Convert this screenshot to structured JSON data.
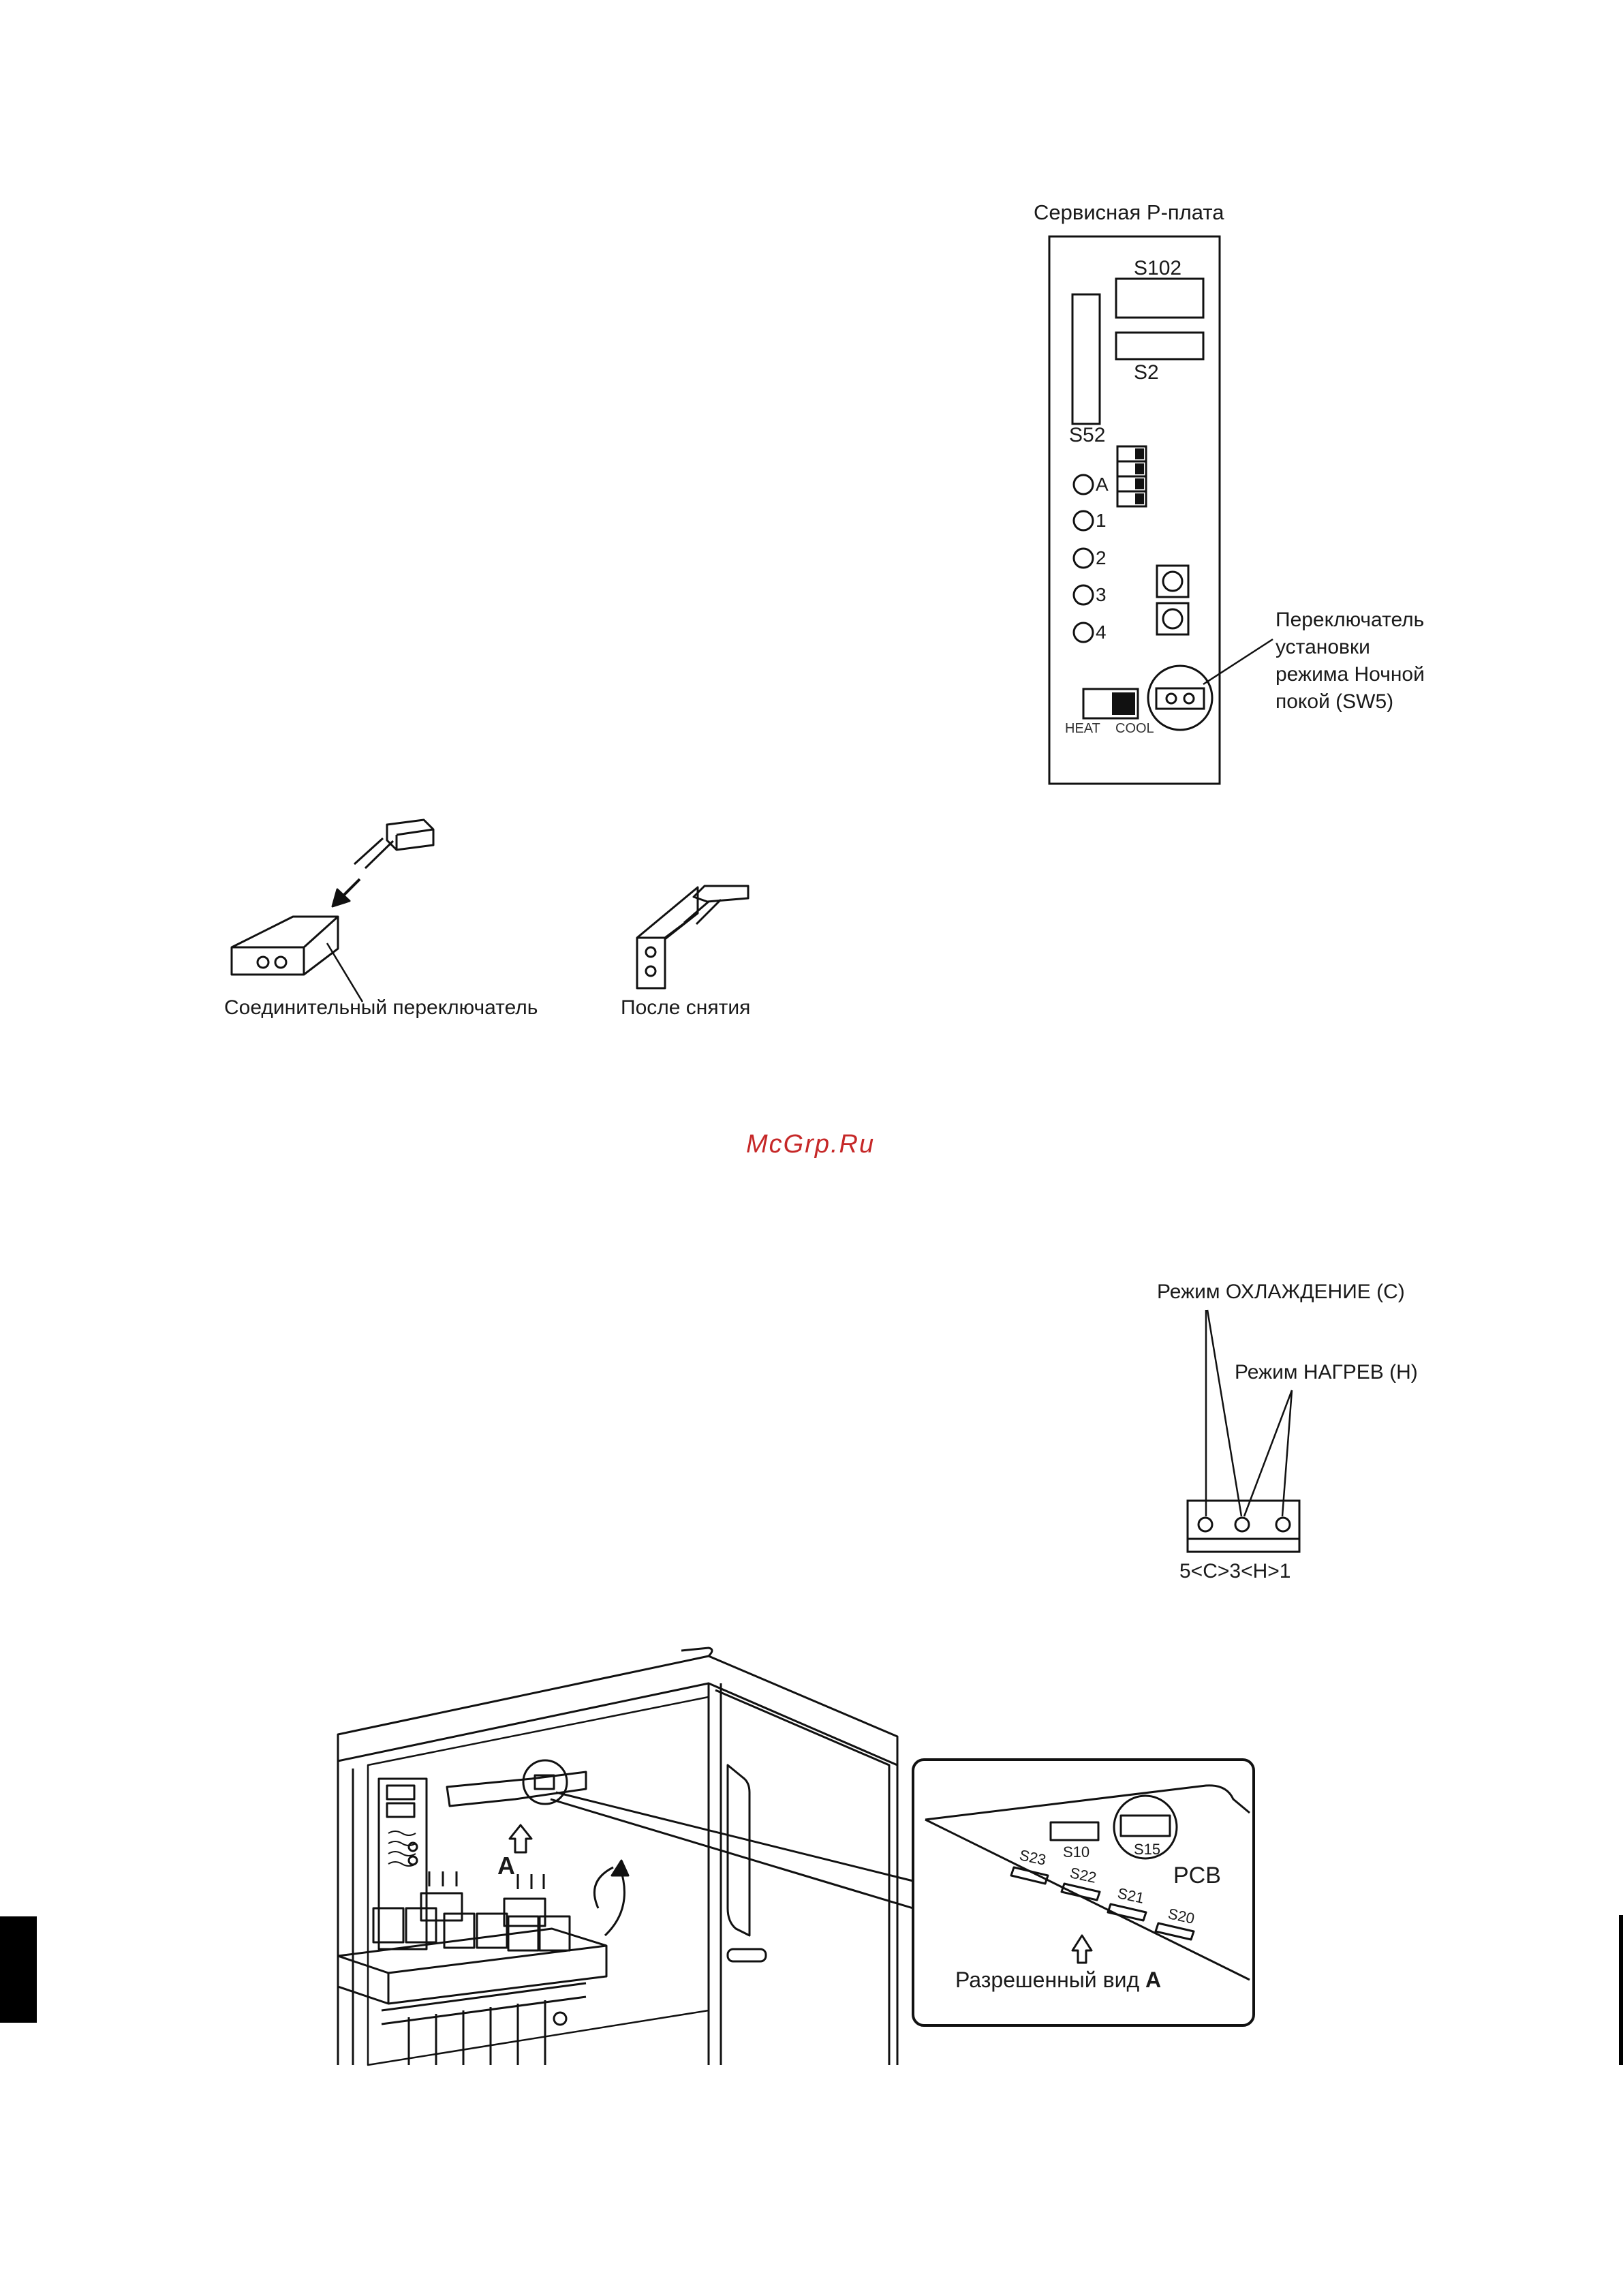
{
  "service_board": {
    "title": "Сервисная P-плата",
    "connectors": [
      "S102",
      "S2",
      "S52"
    ],
    "leds": [
      "A",
      "1",
      "2",
      "3",
      "4"
    ],
    "heat_label": "HEAT",
    "cool_label": "COOL",
    "sw5_callout": [
      "Переключатель",
      "установки",
      "режима Ночной",
      "покой (SW5)"
    ]
  },
  "jumper": {
    "connector_label": "Соединительный переключатель",
    "after_label": "После снятия"
  },
  "watermark": "McGrp.Ru",
  "mode_connector": {
    "cool_label": "Режим ОХЛАЖДЕНИЕ (C)",
    "heat_label": "Режим НАГРЕВ (H)",
    "pin_label": "5<C>3<H>1"
  },
  "unit": {
    "view_letter": "A",
    "inset_pcb": "PCB",
    "inset_connectors": [
      "S10",
      "S15",
      "S23",
      "S22",
      "S21",
      "S20"
    ],
    "inset_caption": "Разрешенный вид",
    "inset_caption_letter": "A"
  }
}
